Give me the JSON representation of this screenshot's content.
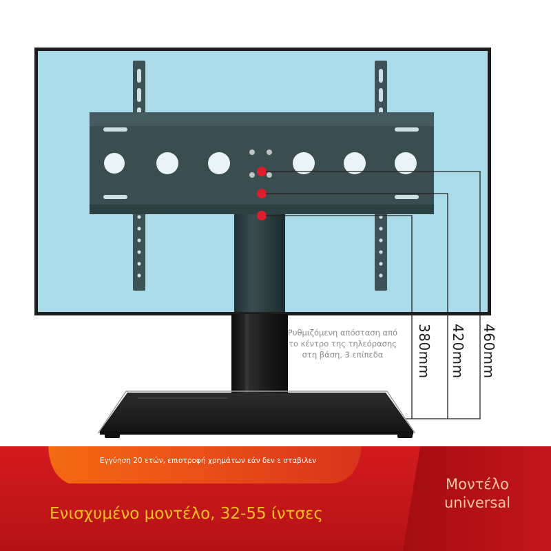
{
  "diagram": {
    "adjustment_note": "Ρυθμιζόμενη απόσταση από το κέντρο της τηλεόρασης στη βάση, 3 επίπεδα",
    "measurements": [
      {
        "label": "380mm"
      },
      {
        "label": "420mm"
      },
      {
        "label": "460mm"
      }
    ]
  },
  "banner": {
    "warranty_text": "Εγγύηση 20 ετών, επιστροφή χρημάτων εάν δεν ε σταβιλεν",
    "model_title": "Ενισχυμένο μοντέλο, 32-55 ίντσες",
    "badge_line1": "Μοντέλο",
    "badge_line2": "universal"
  },
  "colors": {
    "screen": "#a9dbe9",
    "frame": "#1d1d1d",
    "bracket": "#3e5256",
    "pillar": "#1f1f1f",
    "banner_red": "#c8171b",
    "warranty_pill": "#ee5a16",
    "title_yellow": "#f2c21a",
    "badge_text": "#f6c9a0",
    "marker_red": "#e11d2c"
  }
}
